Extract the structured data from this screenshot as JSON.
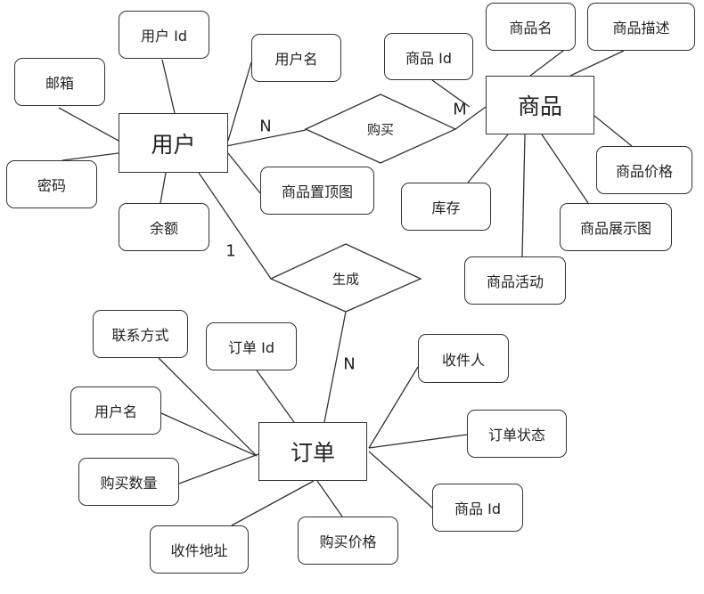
{
  "entities": {
    "user": "用户",
    "product": "商品",
    "order": "订单"
  },
  "relationships": {
    "purchase": "购买",
    "generate": "生成"
  },
  "cardinalities": {
    "purchase_user": "N",
    "purchase_product": "M",
    "generate_user": "1",
    "generate_order": "N"
  },
  "user_attributes": {
    "id": "用户 Id",
    "name": "用户名",
    "email": "邮箱",
    "password": "密码",
    "balance": "余额",
    "pinned_image": "商品置顶图"
  },
  "product_attributes": {
    "id": "商品 Id",
    "name": "商品名",
    "description": "商品描述",
    "price": "商品价格",
    "stock": "库存",
    "display_image": "商品展示图",
    "activity": "商品活动"
  },
  "order_attributes": {
    "contact": "联系方式",
    "id": "订单 Id",
    "user_name": "用户名",
    "quantity": "购买数量",
    "address": "收件地址",
    "price": "购买价格",
    "recipient": "收件人",
    "status": "订单状态",
    "product_id": "商品 Id"
  }
}
